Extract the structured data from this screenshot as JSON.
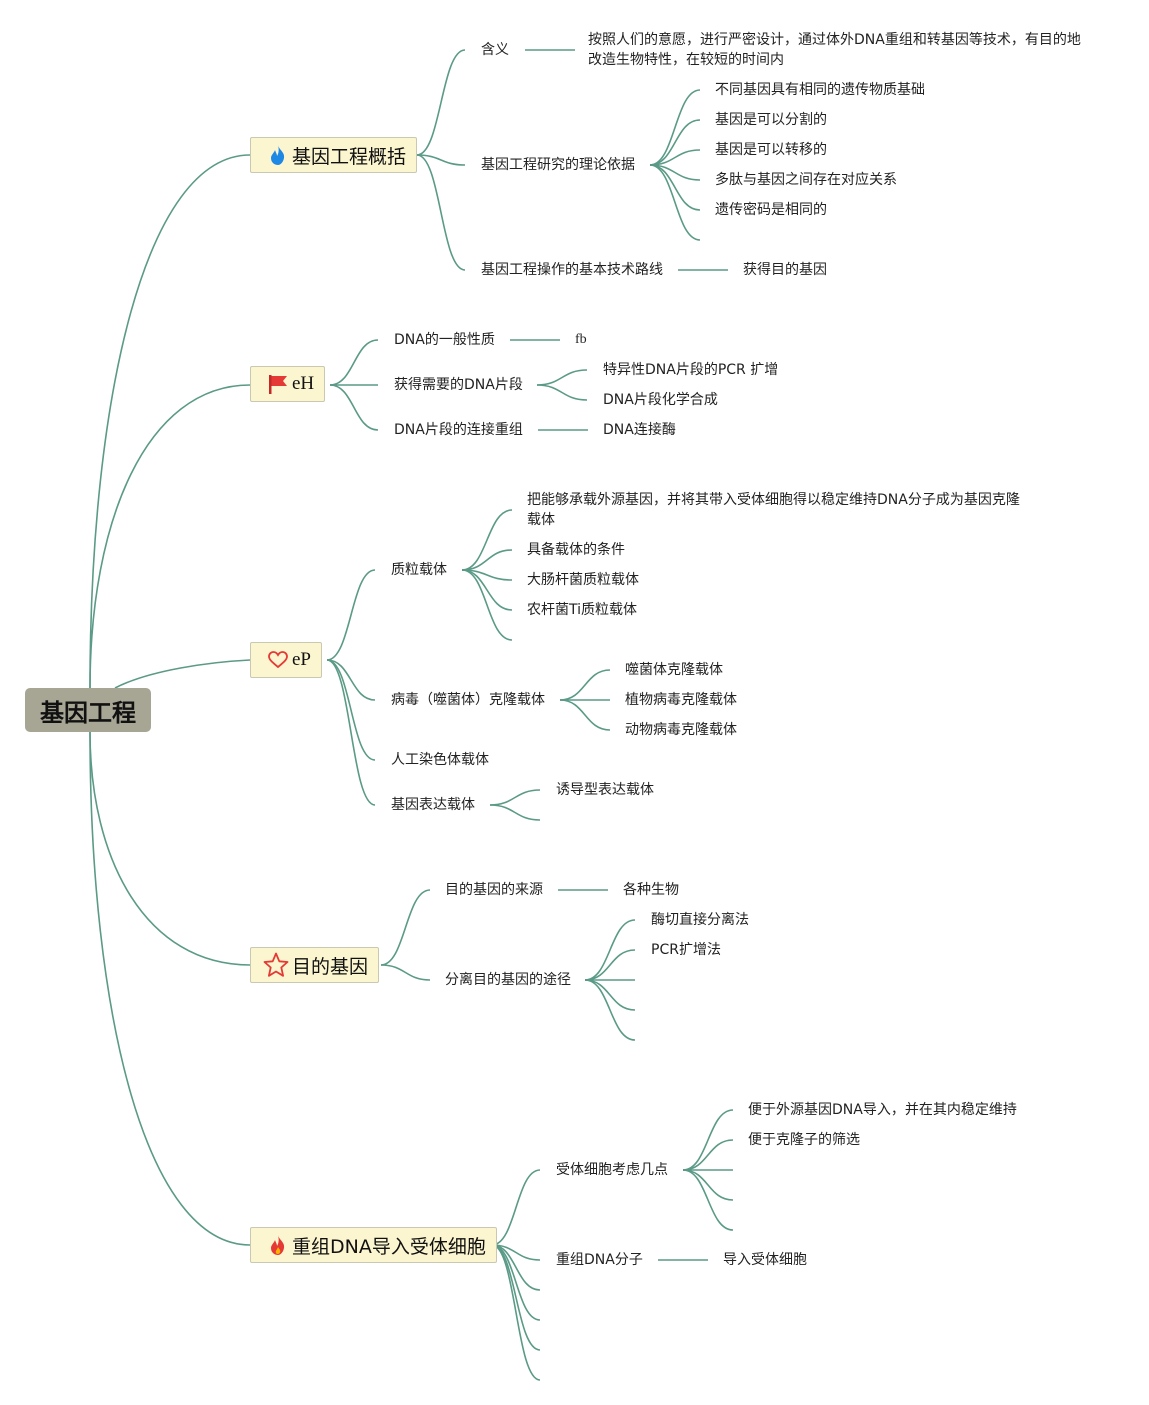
{
  "root": {
    "label": "基因工程"
  },
  "branches": [
    {
      "label": "基因工程概括",
      "icon": "fire-blue-icon",
      "children": [
        {
          "label": "含义",
          "children": [
            {
              "label": "按照人们的意愿，进行严密设计，通过体外DNA重组和转基因等技术，有目的地改造生物特性，在较短的时间内"
            }
          ]
        },
        {
          "label": "基因工程研究的理论依据",
          "children": [
            {
              "label": "不同基因具有相同的遗传物质基础"
            },
            {
              "label": "基因是可以分割的"
            },
            {
              "label": "基因是可以转移的"
            },
            {
              "label": "多肽与基因之间存在对应关系"
            },
            {
              "label": "遗传密码是相同的"
            }
          ]
        },
        {
          "label": "基因工程操作的基本技术路线",
          "children": [
            {
              "label": "获得目的基因"
            }
          ]
        }
      ]
    },
    {
      "label": "eH",
      "icon": "red-flag-icon",
      "children": [
        {
          "label": "DNA的一般性质",
          "children": [
            {
              "label": "fb"
            }
          ]
        },
        {
          "label": "获得需要的DNA片段",
          "children": [
            {
              "label": "特异性DNA片段的PCR 扩增"
            },
            {
              "label": "DNA片段化学合成"
            }
          ]
        },
        {
          "label": "DNA片段的连接重组",
          "children": [
            {
              "label": "DNA连接酶"
            }
          ]
        }
      ]
    },
    {
      "label": "eP",
      "icon": "heart-icon",
      "children": [
        {
          "label": "质粒载体",
          "children": [
            {
              "label": "把能够承载外源基因，并将其带入受体细胞得以稳定维持DNA分子成为基因克隆载体"
            },
            {
              "label": "具备载体的条件"
            },
            {
              "label": "大肠杆菌质粒载体"
            },
            {
              "label": "农杆菌Ti质粒载体"
            }
          ]
        },
        {
          "label": "病毒（噬菌体）克隆载体",
          "children": [
            {
              "label": "噬菌体克隆载体"
            },
            {
              "label": "植物病毒克隆载体"
            },
            {
              "label": "动物病毒克隆载体"
            }
          ]
        },
        {
          "label": "人工染色体载体"
        },
        {
          "label": "基因表达载体",
          "children": [
            {
              "label": "诱导型表达载体"
            }
          ]
        }
      ]
    },
    {
      "label": "目的基因",
      "icon": "star-icon",
      "children": [
        {
          "label": "目的基因的来源",
          "children": [
            {
              "label": "各种生物"
            }
          ]
        },
        {
          "label": "分离目的基因的途径",
          "children": [
            {
              "label": "酶切直接分离法"
            },
            {
              "label": "PCR扩增法"
            }
          ]
        }
      ]
    },
    {
      "label": "重组DNA导入受体细胞",
      "icon": "fire-red-icon",
      "children": [
        {
          "label": "受体细胞考虑几点",
          "children": [
            {
              "label": "便于外源基因DNA导入，并在其内稳定维持"
            },
            {
              "label": "便于克隆子的筛选"
            }
          ]
        },
        {
          "label": "重组DNA分子",
          "children": [
            {
              "label": "导入受体细胞"
            }
          ]
        }
      ]
    }
  ],
  "colors": {
    "line": "#5a9a86",
    "root_bg": "#a7a594",
    "branch_bg": "#fbf6d0",
    "branch_border": "#c8c9b0"
  }
}
